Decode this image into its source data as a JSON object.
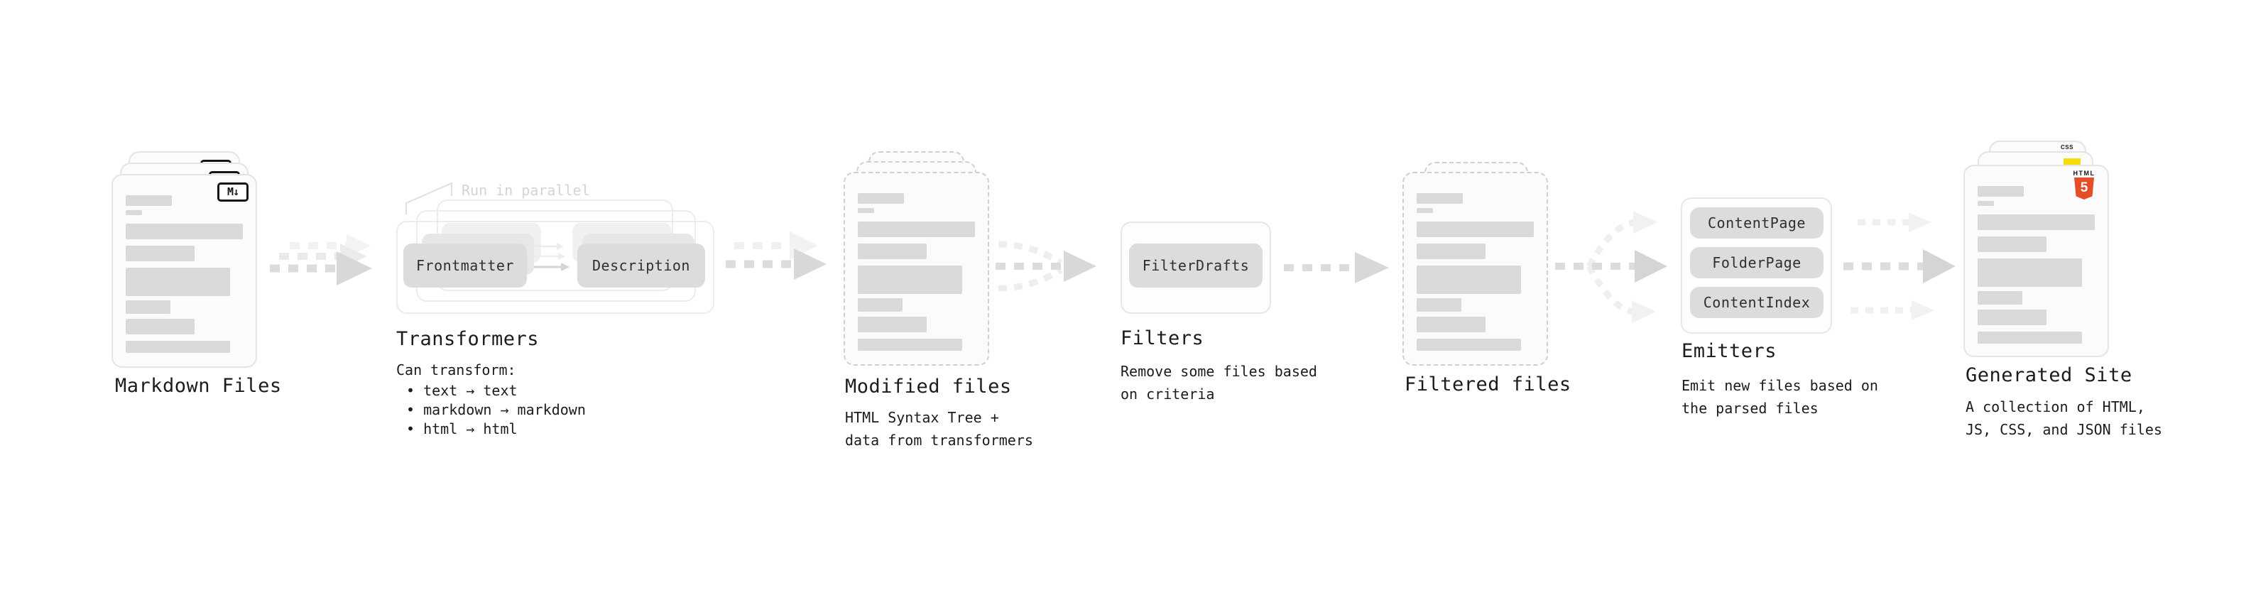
{
  "stages": {
    "markdown": {
      "label": "Markdown Files",
      "badge": "M↓"
    },
    "transformers": {
      "label": "Transformers",
      "callout": "Run in parallel",
      "buttons": [
        "Frontmatter",
        "Description"
      ],
      "desc_title": "Can transform:",
      "bullets": [
        "• text → text",
        "• markdown → markdown",
        "• html → html"
      ]
    },
    "modified": {
      "label": "Modified files",
      "desc": [
        "HTML Syntax Tree +",
        "data from transformers"
      ]
    },
    "filters": {
      "label": "Filters",
      "buttons": [
        "FilterDrafts"
      ],
      "desc": [
        "Remove some files based",
        "on criteria"
      ]
    },
    "filtered": {
      "label": "Filtered files"
    },
    "emitters": {
      "label": "Emitters",
      "buttons": [
        "ContentPage",
        "FolderPage",
        "ContentIndex"
      ],
      "desc": [
        "Emit new files based on",
        "the parsed files"
      ]
    },
    "generated": {
      "label": "Generated Site",
      "desc": [
        "A collection of HTML,",
        "JS, CSS, and JSON files"
      ],
      "badges": {
        "css": "CSS",
        "html_word": "HTML",
        "html_digit": "5"
      }
    }
  },
  "colors": {
    "html5_orange": "#e44d26",
    "js_yellow": "#f7dc0b",
    "css_blue": "#2b66e3",
    "arrow_gray": "#dcdcdc",
    "arrow_light": "#efefef",
    "callout_gray": "#d4d4d4"
  }
}
